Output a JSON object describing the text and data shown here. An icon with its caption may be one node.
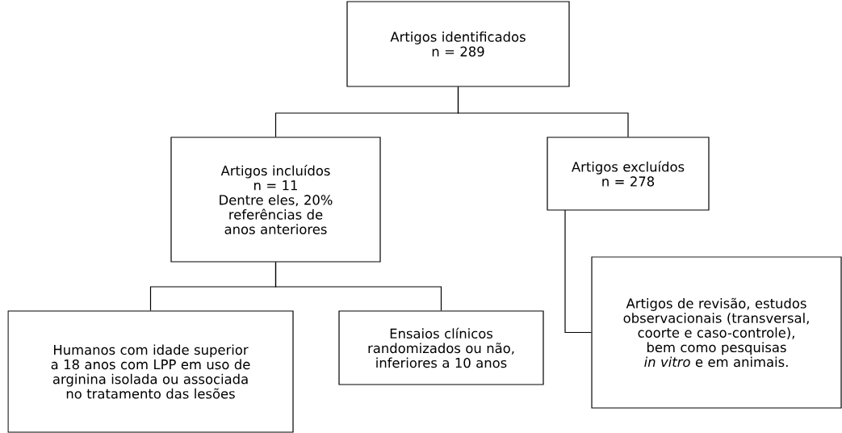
{
  "diagram": {
    "nodes": [
      {
        "text": [
          "Artigos identificados",
          "n = 289"
        ]
      },
      {
        "text": [
          "Artigos incluídos",
          "n = 11",
          "Dentre eles, 20% referências de anos anteriores"
        ]
      },
      {
        "text": [
          "Artigos excluídos",
          "n = 278"
        ]
      },
      {
        "text": [
          "Humanos com idade superior a 18 anos com LPP em uso de arginina isolada ou associada no tratamento das lesões"
        ]
      },
      {
        "text": [
          "Ensaios clínicos randomizados ou não, inferiores a 10 anos"
        ]
      },
      {
        "text": [
          "Artigos de revisão, estudos observacionais (transversal, coorte e caso-controle), bem como pesquisas *in vitro* e em animais."
        ]
      }
    ],
    "edges": [
      {
        "from": 0,
        "to": 1,
        "arrow": "none"
      },
      {
        "from": 0,
        "to": 2,
        "arrow": "none"
      },
      {
        "from": 1,
        "to": 3,
        "arrow": "none"
      },
      {
        "from": 1,
        "to": 4,
        "arrow": "none"
      },
      {
        "from": 2,
        "to": 5,
        "arrow": "none"
      }
    ]
  }
}
